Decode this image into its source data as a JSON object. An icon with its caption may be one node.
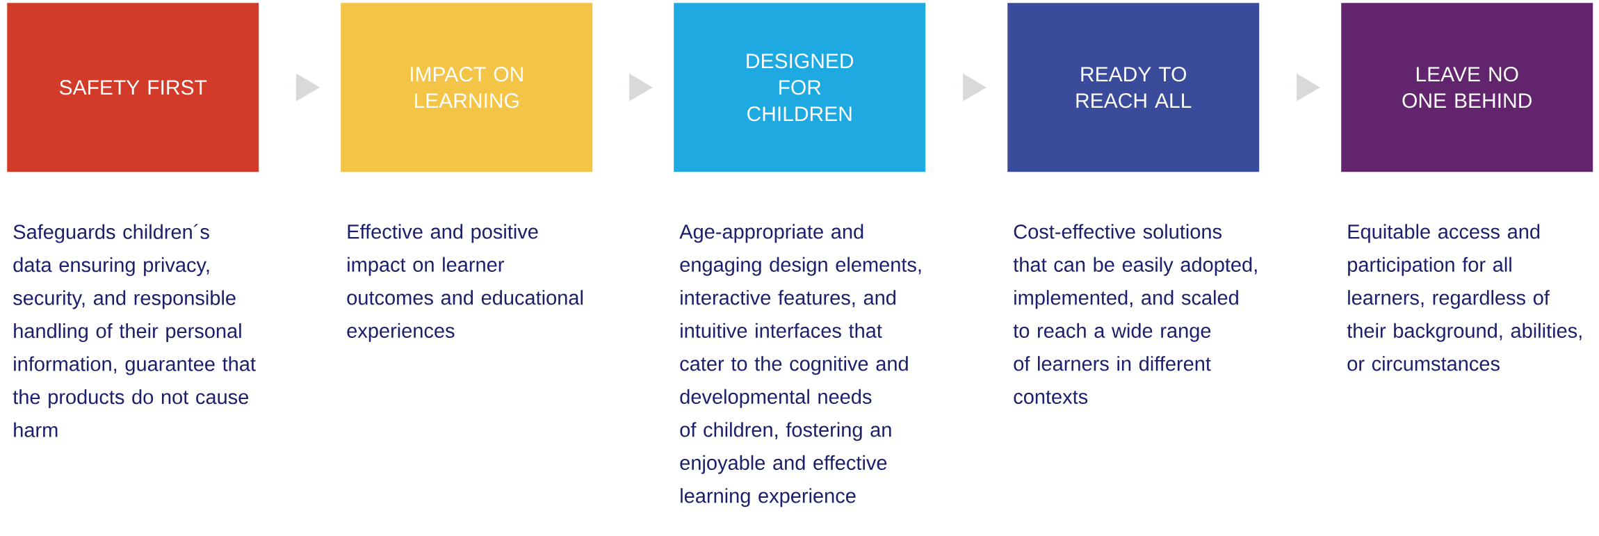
{
  "diagram": {
    "nodes": [
      {
        "text": [
          "SAFETY FIRST"
        ],
        "beside": [
          "Safeguards children´s data ensuring privacy, security, and responsible handling of their personal information, guarantee that the products do not cause harm"
        ]
      },
      {
        "text": [
          "IMPACT ON LEARNING"
        ],
        "beside": [
          "Effective and positive impact on learner outcomes and educational experiences"
        ]
      },
      {
        "text": [
          "DESIGNED FOR CHILDREN"
        ],
        "beside": [
          "Age-appropriate and engaging design elements, interactive features, and intuitive interfaces that cater to the cognitive and developmental needs of children, fostering an enjoyable and effective learning experience"
        ]
      },
      {
        "text": [
          "READY TO REACH ALL"
        ],
        "beside": [
          "Cost-effective solutions that can be easily adopted, implemented, and scaled to reach a wide range of learners in different contexts"
        ]
      },
      {
        "text": [
          "LEAVE NO ONE BEHIND"
        ],
        "beside": [
          "Equitable access and participation for all learners, regardless of their background, abilities, or circumstances"
        ]
      }
    ],
    "edges": [
      {
        "from": 0,
        "to": 1,
        "arrow": "to"
      },
      {
        "from": 1,
        "to": 2,
        "arrow": "to"
      },
      {
        "from": 2,
        "to": 3,
        "arrow": "to"
      },
      {
        "from": 3,
        "to": 4,
        "arrow": "to"
      }
    ]
  }
}
